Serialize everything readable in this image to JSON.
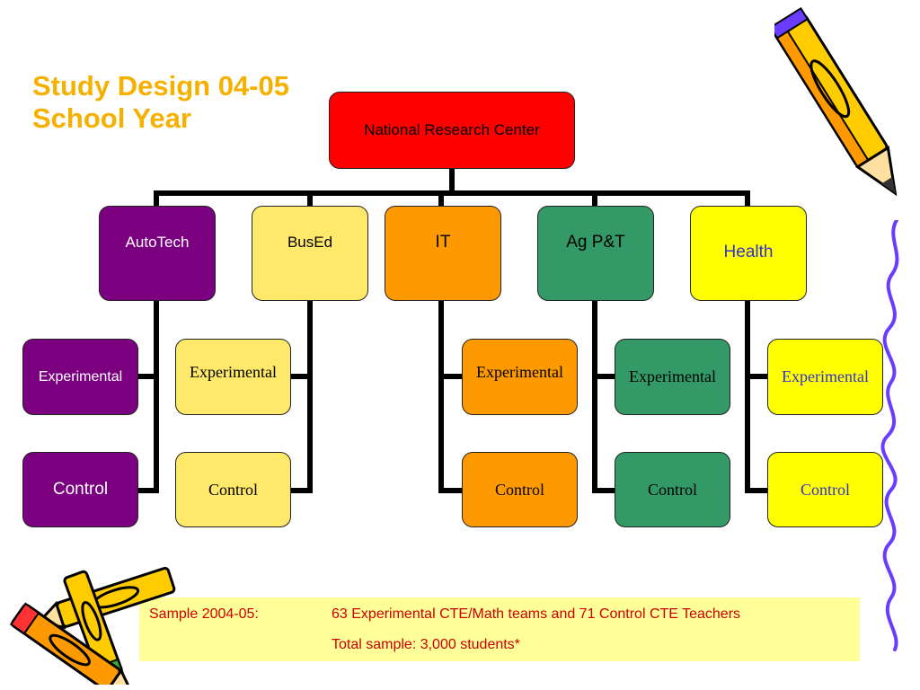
{
  "title": "Study Design 04-05 School Year",
  "root": {
    "label": "National Research Center",
    "color": "#ff0000"
  },
  "programs": [
    {
      "label": "AutoTech",
      "color": "#7b0080",
      "text_color": "#ffffff",
      "experimental": "Experimental",
      "control": "Control",
      "sub_color": "#7b0080",
      "sub_text_color": "#ffffff"
    },
    {
      "label": "BusEd",
      "color": "#ffe96b",
      "text_color": "#000000",
      "experimental": "Experimental",
      "control": "Control",
      "sub_color": "#ffe96b",
      "sub_text_color": "#000000"
    },
    {
      "label": "IT",
      "color": "#ff9900",
      "text_color": "#000000",
      "experimental": null,
      "control": null
    },
    {
      "label": "Ag P&T",
      "color": "#339966",
      "text_color": "#000000",
      "experimental": "Experimental",
      "control": "Control",
      "sub_color": "#339966",
      "sub_text_color": "#000000"
    },
    {
      "label": "Health",
      "color": "#ffff00",
      "text_color": "#3333cc",
      "experimental": "Experimental",
      "control": "Control",
      "sub_color": "#ffff00",
      "sub_text_color": "#3333cc"
    }
  ],
  "it_children": {
    "experimental": "Experimental",
    "control": "Control",
    "color": "#ff9900",
    "text_color": "#000000"
  },
  "footer": {
    "label": "Sample 2004-05:",
    "line1": "63 Experimental CTE/Math teams and 71 Control CTE Teachers",
    "line2": "Total sample:  3,000 students*"
  }
}
